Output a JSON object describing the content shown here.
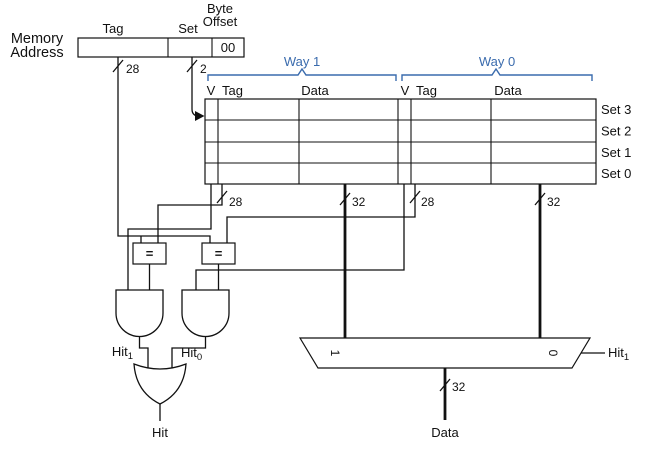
{
  "colors": {
    "accent_blue": "#3a6bad",
    "wire_black": "#111111"
  },
  "memory_address": {
    "label_line1": "Memory",
    "label_line2": "Address",
    "tag_label": "Tag",
    "set_label": "Set",
    "byte_offset_label_line1": "Byte",
    "byte_offset_label_line2": "Offset",
    "byte_offset_value": "00",
    "tag_width": "28",
    "set_width": "2"
  },
  "cache": {
    "way1": {
      "label": "Way 1"
    },
    "way0": {
      "label": "Way 0"
    },
    "columns": [
      "V",
      "Tag",
      "Data"
    ],
    "sets": [
      "Set 3",
      "Set 2",
      "Set 1",
      "Set 0"
    ],
    "tag_bus_width": "28",
    "data_bus_width": "32"
  },
  "comparator": {
    "symbol": "="
  },
  "signals": {
    "hit1": {
      "base": "Hit",
      "sub": "1"
    },
    "hit0": {
      "base": "Hit",
      "sub": "0"
    },
    "hit": "Hit"
  },
  "mux": {
    "input1_label": "1",
    "input0_label": "0",
    "output_width": "32",
    "output_label": "Data"
  }
}
